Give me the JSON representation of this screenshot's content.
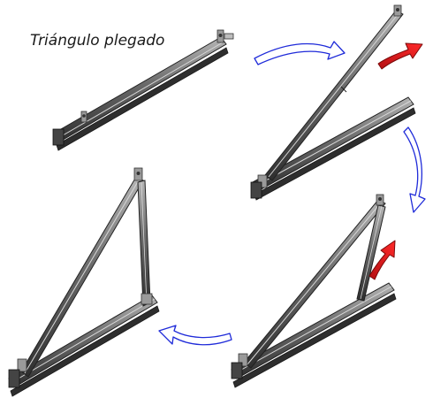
{
  "title": "Triángulo plegado",
  "colors": {
    "flow_arrow_outline": "#1f2bd9",
    "fold_arrow": "#e0191c",
    "profile_dark": "#3b3b3b",
    "profile_mid": "#6e6e6e",
    "profile_light": "#a8a8a8"
  },
  "stages": [
    {
      "name": "folded"
    },
    {
      "name": "opening"
    },
    {
      "name": "strut-rotating"
    },
    {
      "name": "assembled"
    }
  ],
  "flow_arrows": [
    {
      "name": "flow-arrow-1-to-2"
    },
    {
      "name": "flow-arrow-2-to-3"
    },
    {
      "name": "flow-arrow-3-to-4"
    }
  ],
  "fold_arrows": [
    {
      "name": "fold-arrow-stage-2"
    },
    {
      "name": "fold-arrow-stage-3"
    }
  ]
}
